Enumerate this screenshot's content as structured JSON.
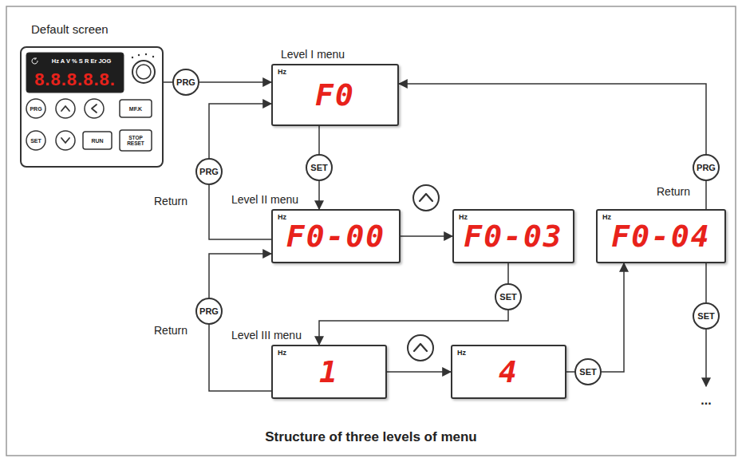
{
  "diagram": {
    "caption": "Structure of three levels of menu",
    "nodes": [
      {
        "text": [
          "Default screen"
        ]
      },
      {
        "text": [
          "Level I menu",
          "Hz",
          "F0"
        ]
      },
      {
        "text": [
          "Level II menu",
          "Hz",
          "F0-00"
        ]
      },
      {
        "text": [
          "Hz",
          "F0-03"
        ]
      },
      {
        "text": [
          "Hz",
          "F0-04"
        ]
      },
      {
        "text": [
          "Level III menu",
          "Hz",
          "1"
        ]
      },
      {
        "text": [
          "Hz",
          "4"
        ]
      }
    ],
    "edges": [
      {
        "from": 0,
        "to": 1,
        "label": "PRG",
        "arrow": "to"
      },
      {
        "from": 1,
        "to": 2,
        "label": "SET",
        "arrow": "to"
      },
      {
        "from": 2,
        "to": 3,
        "arrow": "to"
      },
      {
        "from": 3,
        "to": 5,
        "label": "SET",
        "arrow": "to"
      },
      {
        "from": 5,
        "to": 6,
        "arrow": "to"
      },
      {
        "from": 6,
        "to": 4,
        "label": "SET",
        "arrow": "to"
      },
      {
        "from": 4,
        "to": 1,
        "label": "PRG",
        "arrow": "to"
      },
      {
        "from": 2,
        "to": 1,
        "label": "PRG",
        "arrow": "to"
      },
      {
        "from": 5,
        "to": 2,
        "label": "PRG",
        "arrow": "to"
      }
    ],
    "labels": [
      "Hz A V % S R Er JOG",
      "8.8.8.8.8.",
      "PRG",
      "MF.K",
      "SET",
      "RUN",
      "STOP RESET",
      "Return",
      "Return",
      "Return",
      "SET",
      "..."
    ]
  }
}
